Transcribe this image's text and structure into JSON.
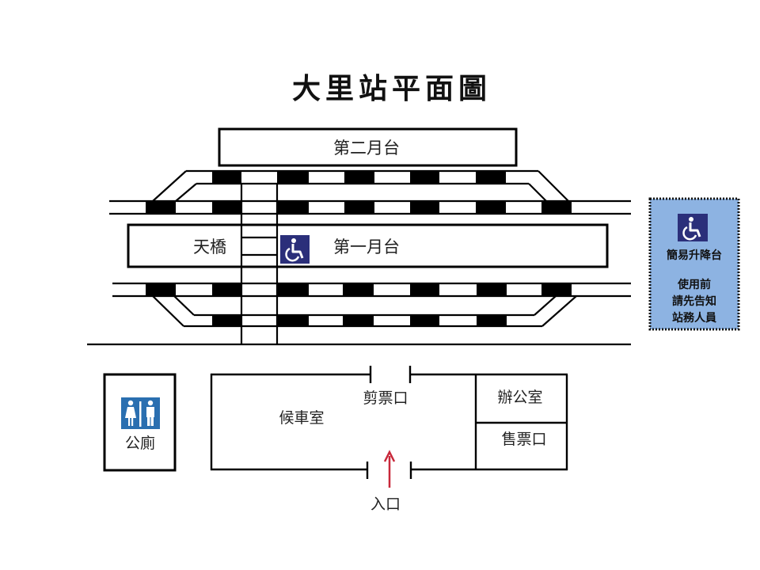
{
  "title": "大里站平面圖",
  "platforms": {
    "platform_2": "第二月台",
    "platform_1": "第一月台",
    "footbridge": "天橋"
  },
  "accessibility_panel": {
    "icon": "wheelchair-icon",
    "heading": "簡易升降台",
    "lines": [
      "使用前",
      "請先告知",
      "站務人員"
    ],
    "bg_color": "#8db3e2",
    "icon_color": "#2b2f7a"
  },
  "facilities": {
    "restroom": "公廁",
    "restroom_icon": "restroom-icon",
    "restroom_icon_color": "#2a6fb0",
    "waiting_room": "候車室",
    "ticket_gate": "剪票口",
    "office": "辦公室",
    "ticket_office": "售票口",
    "entrance": "入口",
    "entrance_arrow_color": "#c8283a"
  },
  "platform_icons": {
    "platform_1_accessibility": "wheelchair-icon"
  }
}
